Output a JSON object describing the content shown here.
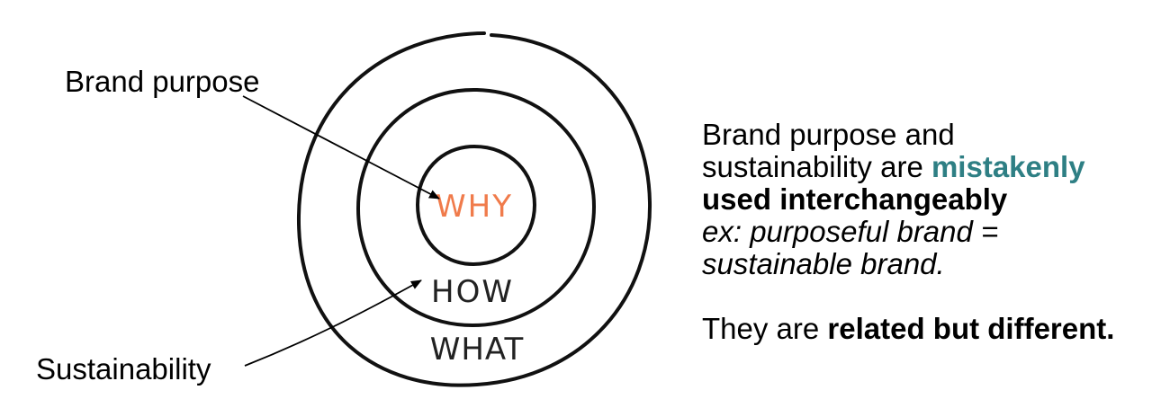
{
  "diagram": {
    "rings": [
      {
        "name": "inner",
        "word": "WHY",
        "color": "#f07b4b"
      },
      {
        "name": "middle",
        "word": "HOW",
        "color": "#222222"
      },
      {
        "name": "outer",
        "word": "WHAT",
        "color": "#222222"
      }
    ],
    "stroke_color": "#111111",
    "labels": {
      "brand_purpose": "Brand purpose",
      "sustainability": "Sustainability"
    }
  },
  "text": {
    "line1_part1": "Brand purpose and",
    "line1_part2": "sustainability are",
    "accent_phrase": "mistakenly",
    "bold_phrase": "used interchangeably",
    "example_line1": "ex: purposeful brand =",
    "example_line2": "sustainable brand.",
    "related_prefix": "They are",
    "related_bold": "related but different."
  },
  "colors": {
    "accent": "#2e7f84",
    "why": "#f07b4b"
  }
}
